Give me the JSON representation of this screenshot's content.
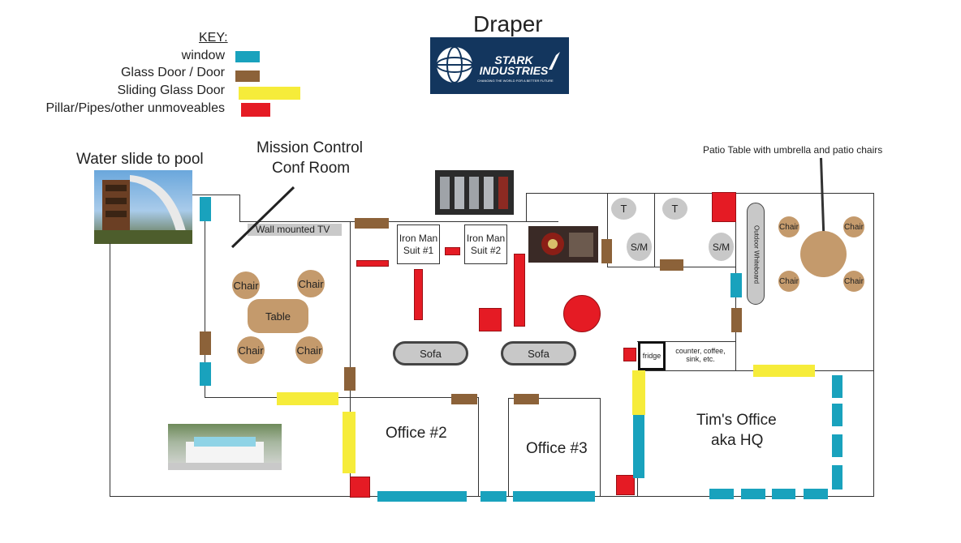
{
  "title": "Draper",
  "logo": {
    "text": "STARK INDUSTRIES",
    "tagline": "CHANGING THE WORLD FOR A BETTER FUTURE"
  },
  "key": {
    "heading": "KEY:",
    "items": [
      {
        "label": "window",
        "color": "#19a2bd"
      },
      {
        "label": "Glass Door / Door",
        "color": "#8c6239"
      },
      {
        "label": "Sliding Glass Door",
        "color": "#f6ec3a"
      },
      {
        "label": "Pillar/Pipes/other unmoveables",
        "color": "#e51b24"
      }
    ]
  },
  "labels": {
    "water_slide": "Water slide to pool",
    "mission_control_1": "Mission Control",
    "mission_control_2": "Conf Room",
    "patio_note": "Patio Table with umbrella and patio chairs",
    "wall_tv": "Wall mounted TV",
    "table": "Table",
    "chair": "Chair",
    "iron_man_1": "Iron Man Suit #1",
    "iron_man_2": "Iron Man Suit #2",
    "sofa": "Sofa",
    "t": "T",
    "sm": "S/M",
    "outdoor_whiteboard": "Outdoor Whiteboard",
    "fridge": "fridge",
    "counter": "counter, coffee, sink, etc.",
    "office2": "Office #2",
    "office3": "Office #3",
    "tims_office_1": "Tim's Office",
    "tims_office_2": "aka HQ"
  }
}
